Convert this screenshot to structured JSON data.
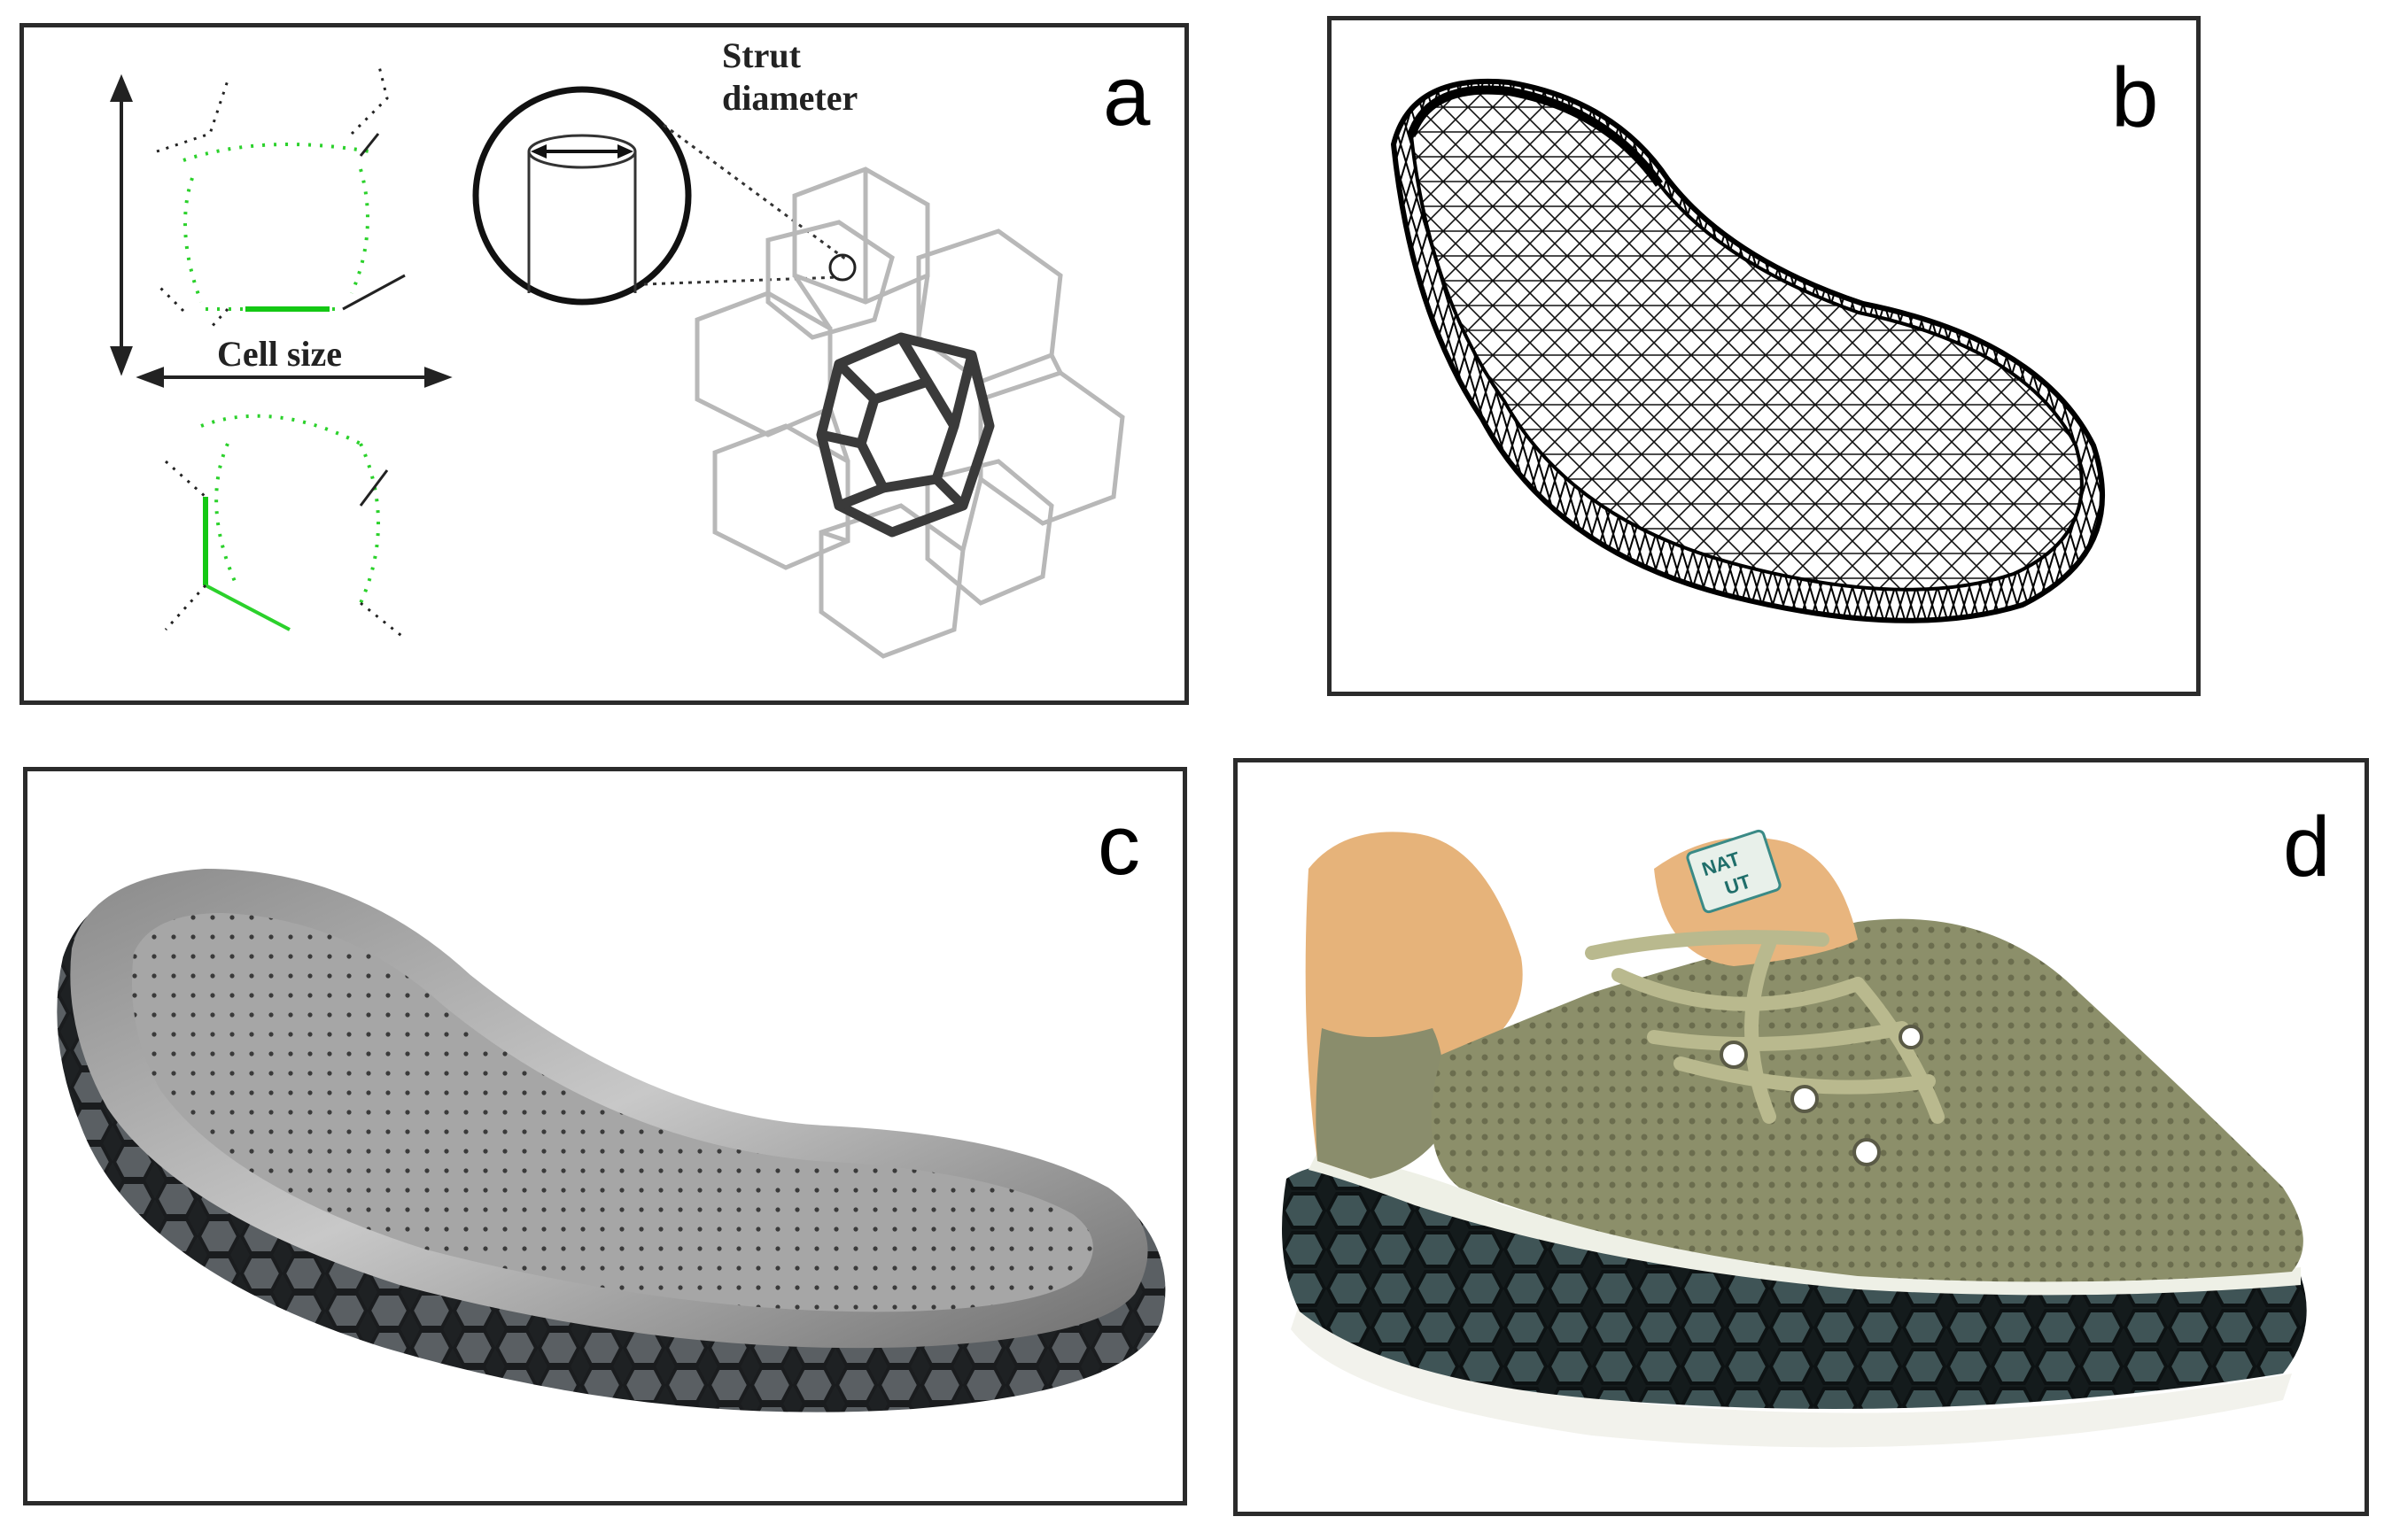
{
  "panels": {
    "a": {
      "letter": "a",
      "strut_label_line1": "Strut",
      "strut_label_line2": "diameter",
      "cell_size_label": "Cell size"
    },
    "b": {
      "letter": "b"
    },
    "c": {
      "letter": "c"
    },
    "d": {
      "letter": "d",
      "tag_text_1": "NAT",
      "tag_text_2": "UT"
    }
  },
  "colors": {
    "border": "#2b2b2b",
    "lattice_light": "#b8b8b8",
    "lattice_dark": "#3a3a3a",
    "unit_cell_green": "#2bd12b",
    "sole_dark": "#2f3336",
    "insole_gray": "#9a9a9a",
    "upper_khaki": "#8c8f6a",
    "collar_tan": "#e6b37a"
  },
  "icons": [
    "strut-zoom-circle-icon",
    "vertical-arrow-icon",
    "horizontal-arrow-icon"
  ]
}
